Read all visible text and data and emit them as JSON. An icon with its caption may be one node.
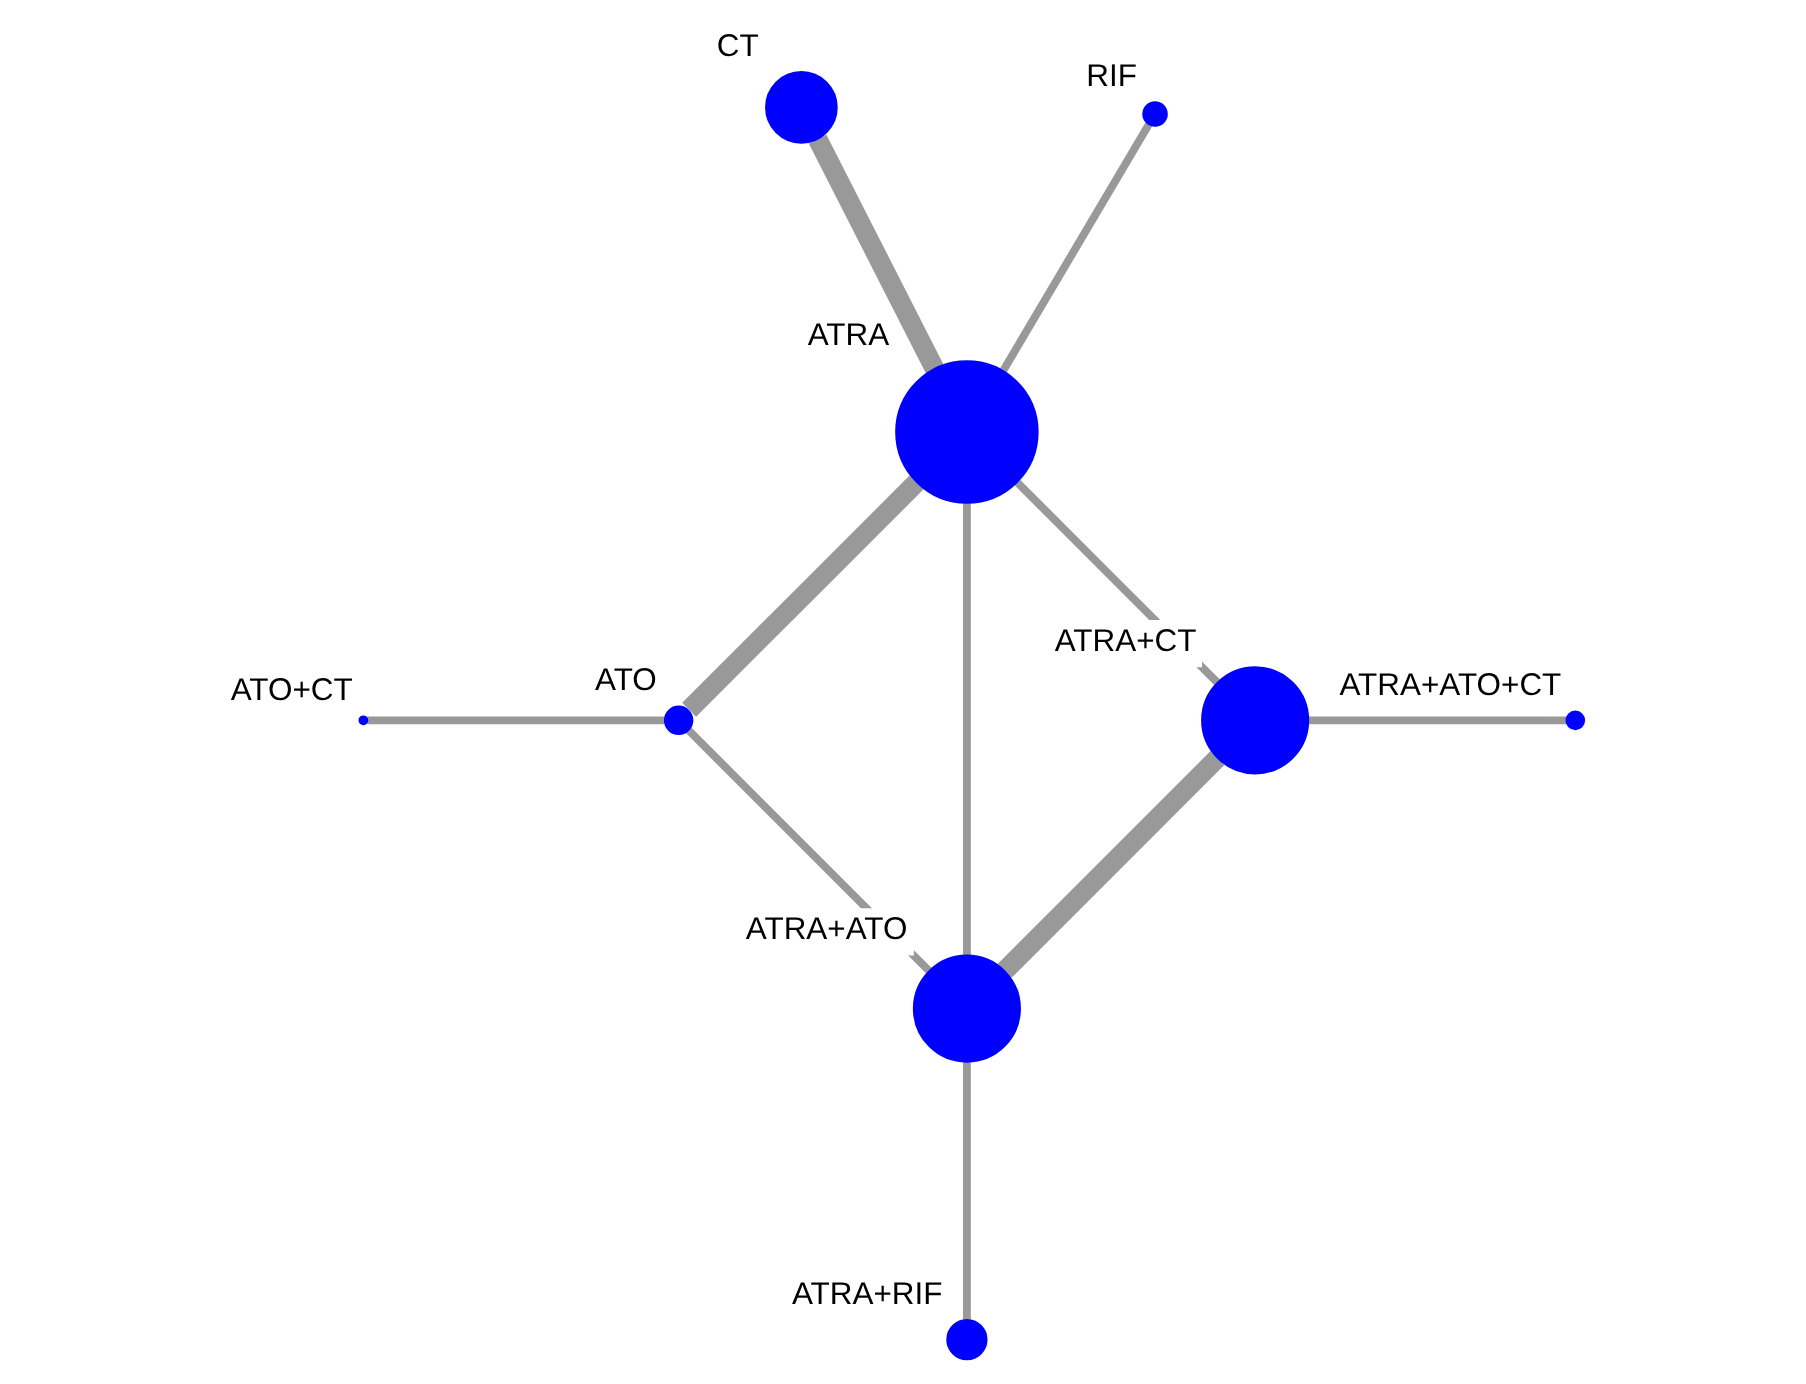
{
  "diagram": {
    "nodes": [
      {
        "text": [
          "ATRA+ATO"
        ]
      },
      {
        "text": [
          "ATRA"
        ]
      },
      {
        "text": [
          "ATO+CT"
        ]
      },
      {
        "text": [
          "ATRA+ATO+CT"
        ]
      },
      {
        "text": [
          "ATO"
        ]
      },
      {
        "text": [
          "ATRA+CT"
        ]
      },
      {
        "text": [
          "RIF"
        ]
      },
      {
        "text": [
          "ATRA+RIF"
        ]
      },
      {
        "text": [
          "CT"
        ]
      }
    ],
    "edges": [
      {
        "from": 0,
        "to": 1,
        "arrow": "none"
      },
      {
        "from": 0,
        "to": 5,
        "arrow": "none",
        "style": "thick"
      },
      {
        "from": 0,
        "to": 7,
        "arrow": "none"
      },
      {
        "from": 0,
        "to": 4,
        "arrow": "none"
      },
      {
        "from": 1,
        "to": 5,
        "arrow": "none"
      },
      {
        "from": 1,
        "to": 8,
        "arrow": "none",
        "style": "thick"
      },
      {
        "from": 1,
        "to": 6,
        "arrow": "none"
      },
      {
        "from": 1,
        "to": 4,
        "arrow": "none",
        "style": "thick"
      },
      {
        "from": 2,
        "to": 4,
        "arrow": "none"
      },
      {
        "from": 3,
        "to": 5,
        "arrow": "none"
      }
    ]
  }
}
